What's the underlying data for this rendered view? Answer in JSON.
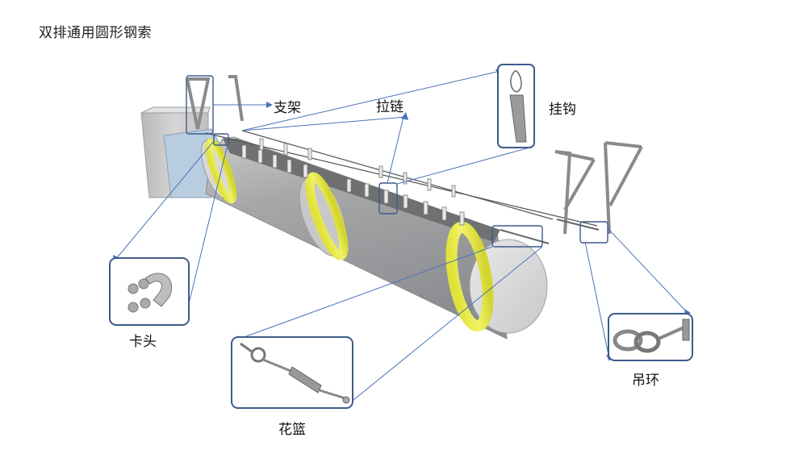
{
  "title": "双排通用圆形钢索",
  "labels": {
    "support": "支架",
    "zipper": "拉链",
    "hook": "挂钩",
    "clamp": "卡头",
    "ring": "吊环",
    "turnbuckle": "花篮"
  },
  "colors": {
    "callout_border": "#3d5a8a",
    "leader_line": "#4a73b8",
    "duct_body": "#a9aaac",
    "duct_band": "#e4e64a",
    "support_frame": "#8e8e8e",
    "wall": "#c8c8c8"
  }
}
